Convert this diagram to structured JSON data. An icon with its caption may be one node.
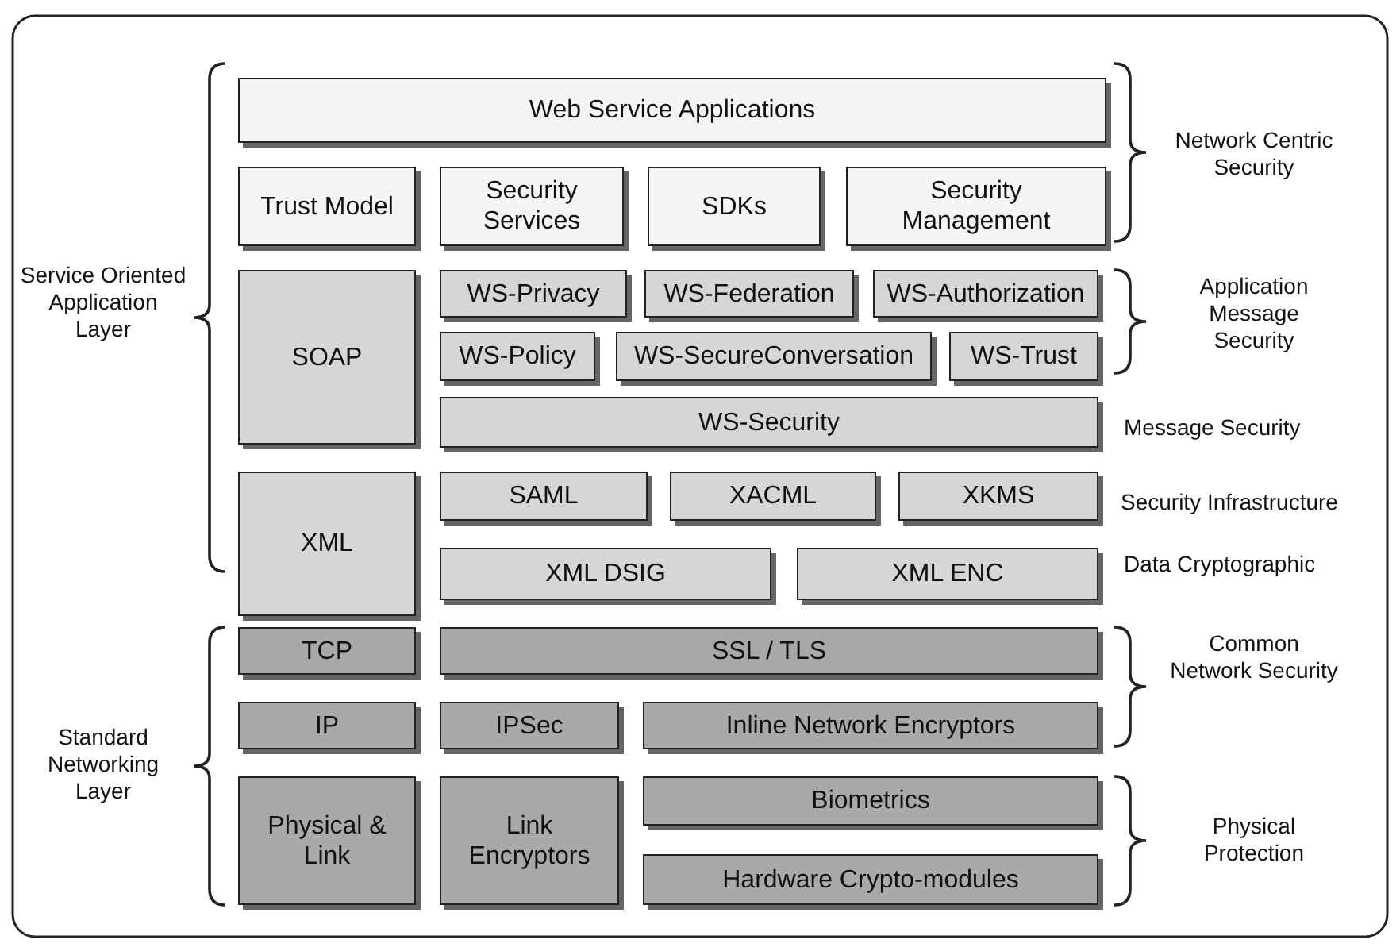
{
  "diagram": {
    "nodes": [
      {
        "text": [
          "Web Service Applications"
        ]
      },
      {
        "text": [
          "Trust Model"
        ]
      },
      {
        "text": [
          "Security Services"
        ]
      },
      {
        "text": [
          "SDKs"
        ]
      },
      {
        "text": [
          "Security Management"
        ]
      },
      {
        "text": [
          "SOAP"
        ]
      },
      {
        "text": [
          "WS-Privacy"
        ]
      },
      {
        "text": [
          "WS-Federation"
        ]
      },
      {
        "text": [
          "WS-Authorization"
        ]
      },
      {
        "text": [
          "WS-Policy"
        ]
      },
      {
        "text": [
          "WS-SecureConversation"
        ]
      },
      {
        "text": [
          "WS-Trust"
        ]
      },
      {
        "text": [
          "WS-Security"
        ]
      },
      {
        "text": [
          "XML"
        ]
      },
      {
        "text": [
          "SAML"
        ]
      },
      {
        "text": [
          "XACML"
        ]
      },
      {
        "text": [
          "XKMS"
        ]
      },
      {
        "text": [
          "XML DSIG"
        ]
      },
      {
        "text": [
          "XML ENC"
        ]
      },
      {
        "text": [
          "TCP"
        ]
      },
      {
        "text": [
          "SSL / TLS"
        ]
      },
      {
        "text": [
          "IP"
        ]
      },
      {
        "text": [
          "IPSec"
        ]
      },
      {
        "text": [
          "Inline Network Encryptors"
        ]
      },
      {
        "text": [
          "Physical & Link"
        ]
      },
      {
        "text": [
          "Link Encryptors"
        ]
      },
      {
        "text": [
          "Biometrics"
        ]
      },
      {
        "text": [
          "Hardware Crypto-modules"
        ]
      }
    ],
    "labels": [
      "Network Centric Security",
      "Service Oriented Application Layer",
      "Application Message Security",
      "Message Security",
      "Security Infrastructure",
      "Data Cryptographic",
      "Common Network Security",
      "Standard Networking Layer",
      "Physical Protection"
    ]
  }
}
